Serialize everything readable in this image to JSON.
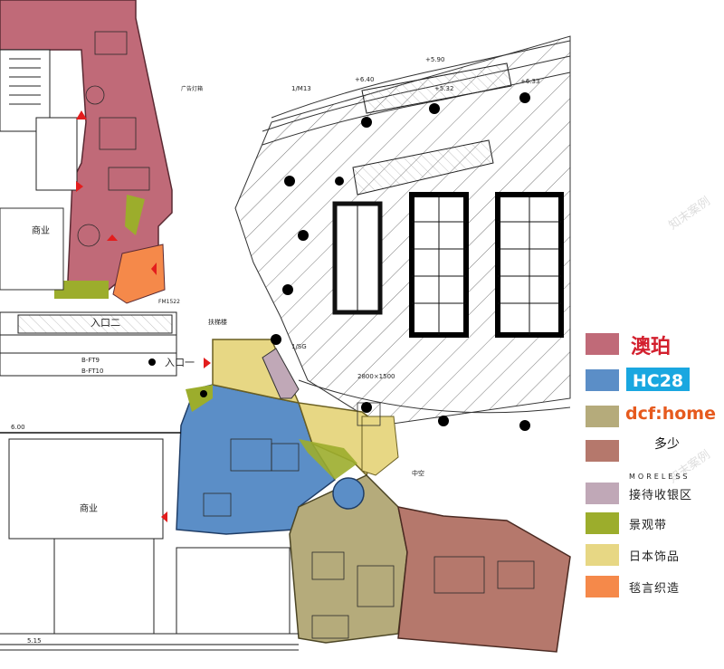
{
  "colors": {
    "aomi": "#c06a78",
    "hc28": "#5b8ec7",
    "dcf": "#b5ab7b",
    "moreless": "#b5786c",
    "reception": "#c0a8b7",
    "landscape": "#9cad2c",
    "japan": "#e7d784",
    "carpet": "#f5894a"
  },
  "legend": [
    {
      "name": "aomi",
      "label": "澳珀"
    },
    {
      "name": "hc28",
      "label": "HC28"
    },
    {
      "name": "dcf",
      "label": "dcf:home"
    },
    {
      "name": "moreless",
      "label": "多少",
      "sub": "MORELESS"
    },
    {
      "name": "reception",
      "label": "接待收银区"
    },
    {
      "name": "landscape",
      "label": "景观带"
    },
    {
      "name": "japan",
      "label": "日本饰品"
    },
    {
      "name": "carpet",
      "label": "毯言织造"
    }
  ],
  "plan": {
    "entrance_one": "入口一",
    "entrance_two": "入口二",
    "commercial": "商业",
    "commercial_2": "商业",
    "elevation_1": "+5.90",
    "elevation_2": "+6.40",
    "elevation_3": "+5.32",
    "elevation_4": "+6.33",
    "elevation_5": "6.00",
    "elevation_6": "5.15",
    "dim_1": "2800×1500",
    "axis_1": "1/M13",
    "axis_2": "1/SG",
    "zone_label": "中空",
    "grid_a": "B-FT9",
    "grid_b": "B-FT10",
    "stair_label": "FM1522",
    "corridor": "广告灯箱",
    "escalator_note": "扶梯楼"
  },
  "watermark": "知末案例"
}
